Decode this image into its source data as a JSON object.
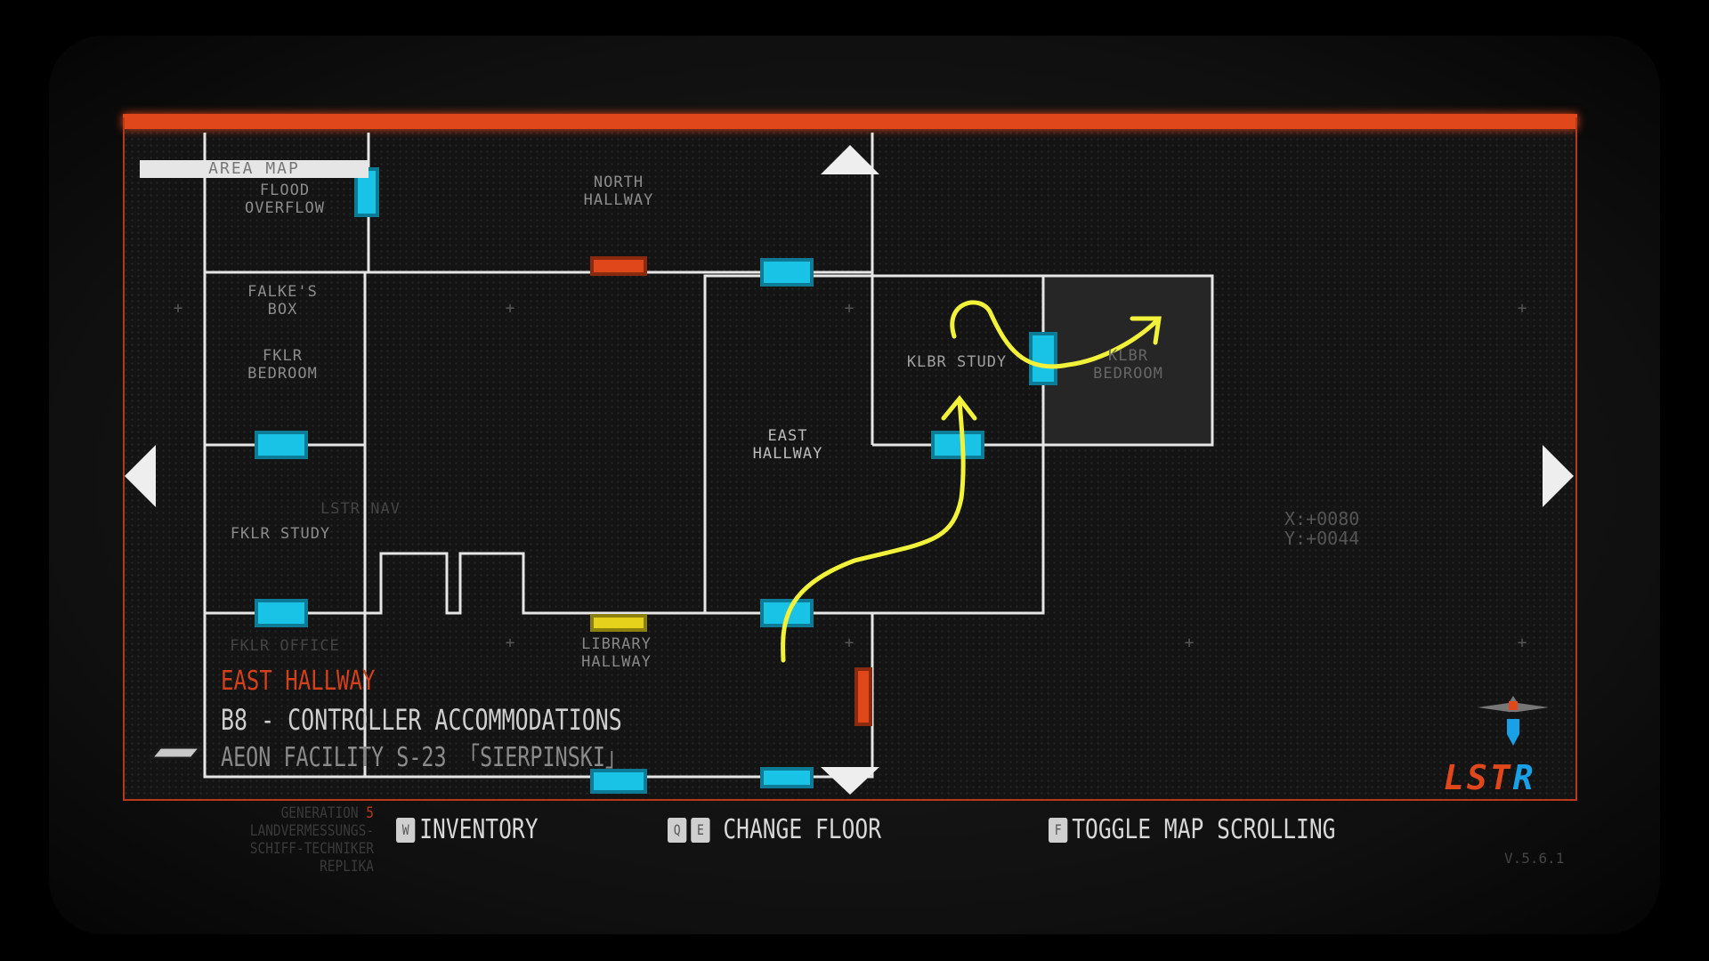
{
  "header": {
    "title": "AREA MAP"
  },
  "rooms": {
    "flood_overflow": "FLOOD\nOVERFLOW",
    "north_hallway": "NORTH\nHALLWAY",
    "falkes_box": "FALKE'S\nBOX",
    "fklr_bedroom": "FKLR\nBEDROOM",
    "east_hallway": "EAST\nHALLWAY",
    "klbr_study": "KLBR STUDY",
    "klbr_bedroom": "KLBR\nBEDROOM",
    "fklr_study": "FKLR STUDY",
    "lstr_nav": "LSTR NAV",
    "fklr_office": "FKLR OFFICE",
    "library_hallway": "LIBRARY\nHALLWAY"
  },
  "location": {
    "room": "EAST HALLWAY",
    "floor": "B8 - CONTROLLER ACCOMMODATIONS",
    "facility": "AEON FACILITY S-23 「SIERPINSKI」"
  },
  "coordinates": {
    "x": "X:+0080",
    "y": "Y:+0044"
  },
  "footer": {
    "generation_label": "GENERATION",
    "generation_num": "5",
    "lines": [
      "LANDVERMESSUNGS-",
      "SCHIFF-TECHNIKER",
      "REPLIKA"
    ],
    "inventory": {
      "key": "W",
      "label": "INVENTORY"
    },
    "change_floor": {
      "keys": [
        "Q",
        "E"
      ],
      "label": "CHANGE FLOOR"
    },
    "toggle_scroll": {
      "key": "F",
      "label": "TOGGLE MAP SCROLLING"
    },
    "version": "V.5.6.1"
  },
  "logo": {
    "part1": "LST",
    "part2": "R"
  },
  "colors": {
    "accent": "#e0481c",
    "door": "#19c3e6",
    "locked_door": "#e0481c",
    "yellow_door": "#e6d21a",
    "annotation": "#f2f23a",
    "wall": "#e6e6e6"
  }
}
